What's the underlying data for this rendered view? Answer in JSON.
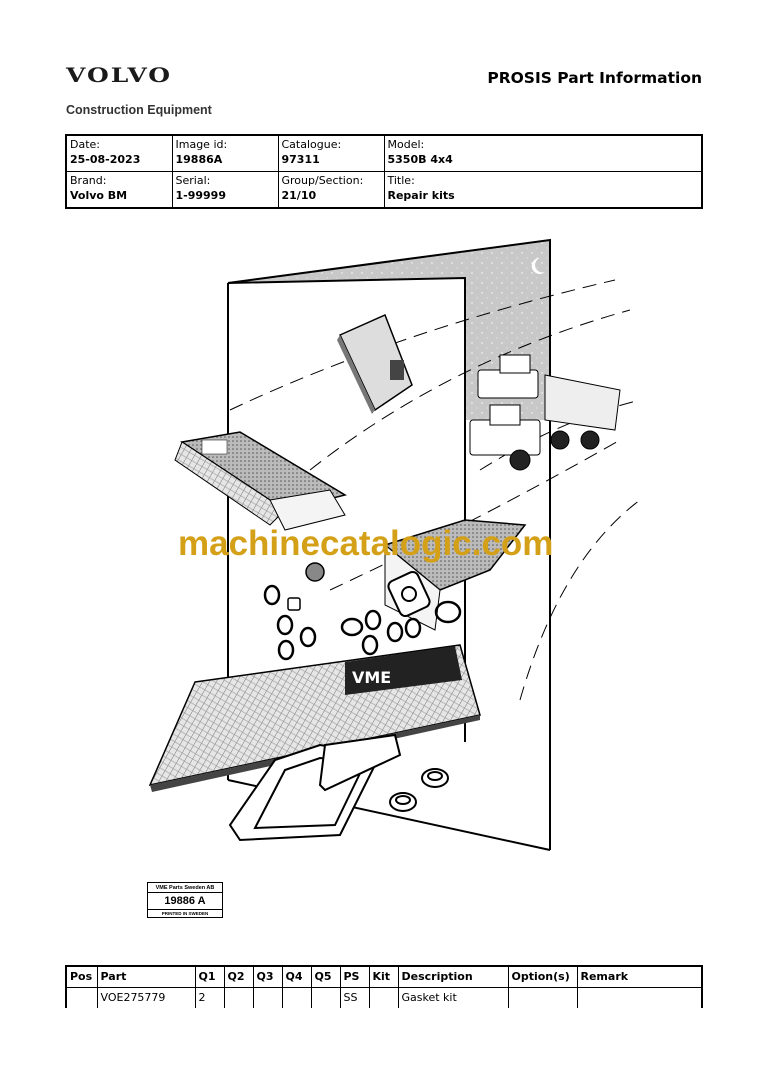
{
  "header": {
    "brand_logo": "VOLVO",
    "brand_sub": "Construction Equipment",
    "document_title": "PROSIS Part Information"
  },
  "meta": {
    "date": {
      "label": "Date:",
      "value": "25-08-2023"
    },
    "image_id": {
      "label": "Image id:",
      "value": "19886A"
    },
    "catalogue": {
      "label": "Catalogue:",
      "value": "97311"
    },
    "model": {
      "label": "Model:",
      "value": "5350B 4x4"
    },
    "brand": {
      "label": "Brand:",
      "value": "Volvo BM"
    },
    "serial": {
      "label": "Serial:",
      "value": "1-99999"
    },
    "group_section": {
      "label": "Group/Section:",
      "value": "21/10"
    },
    "title": {
      "label": "Title:",
      "value": "Repair kits"
    }
  },
  "illustration": {
    "description": "Exploded view of repair kit box with gaskets, O-rings, seals and articulated haulers in background",
    "watermark": "machinecatalogic.com",
    "stamp": {
      "top": "VME Parts Sweden AB",
      "image_no": "19886 A",
      "bottom": "PRINTED IN SWEDEN"
    }
  },
  "parts_table": {
    "columns": [
      "Pos",
      "Part",
      "Q1",
      "Q2",
      "Q3",
      "Q4",
      "Q5",
      "PS",
      "Kit",
      "Description",
      "Option(s)",
      "Remark"
    ],
    "rows": [
      {
        "pos": "",
        "part": "VOE275779",
        "q1": "2",
        "q2": "",
        "q3": "",
        "q4": "",
        "q5": "",
        "ps": "SS",
        "kit": "",
        "description": "Gasket kit",
        "options": "",
        "remark": ""
      }
    ]
  }
}
